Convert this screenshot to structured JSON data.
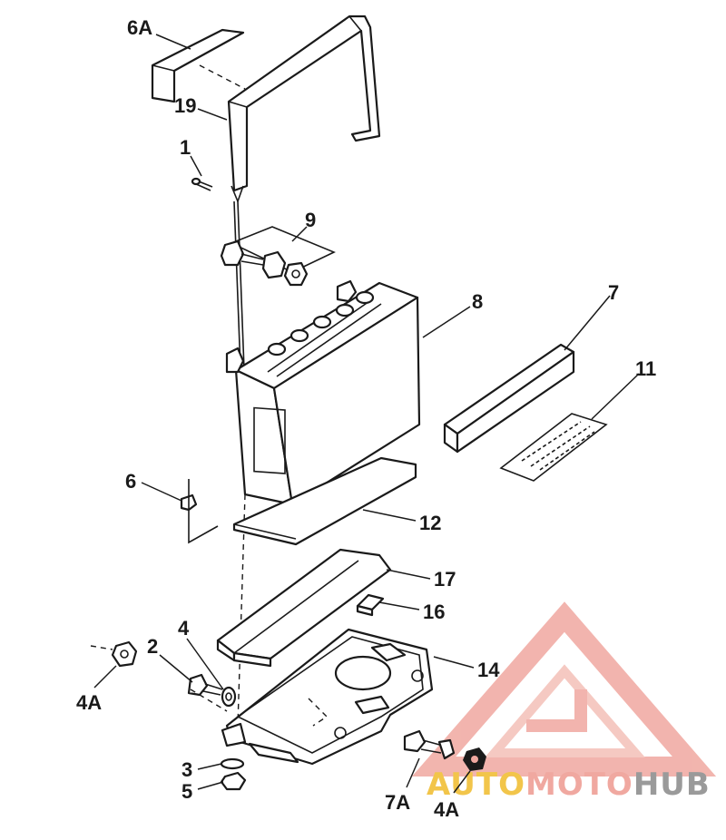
{
  "callouts": [
    {
      "id": "6A",
      "text": "6A"
    },
    {
      "id": "19",
      "text": "19"
    },
    {
      "id": "1",
      "text": "1"
    },
    {
      "id": "9",
      "text": "9"
    },
    {
      "id": "8",
      "text": "8"
    },
    {
      "id": "7",
      "text": "7"
    },
    {
      "id": "11",
      "text": "11"
    },
    {
      "id": "6",
      "text": "6"
    },
    {
      "id": "12",
      "text": "12"
    },
    {
      "id": "17",
      "text": "17"
    },
    {
      "id": "16",
      "text": "16"
    },
    {
      "id": "14",
      "text": "14"
    },
    {
      "id": "4",
      "text": "4"
    },
    {
      "id": "2",
      "text": "2"
    },
    {
      "id": "4A_left",
      "text": "4A"
    },
    {
      "id": "3",
      "text": "3"
    },
    {
      "id": "5",
      "text": "5"
    },
    {
      "id": "7A",
      "text": "7A"
    },
    {
      "id": "4A_right",
      "text": "4A"
    }
  ],
  "watermark": {
    "part1": "AUTO",
    "part2": "MOTO",
    "part3": "HUB",
    "color1": "#f2c54a",
    "color2": "#f0a8a0",
    "color3": "#9a9a9a"
  }
}
